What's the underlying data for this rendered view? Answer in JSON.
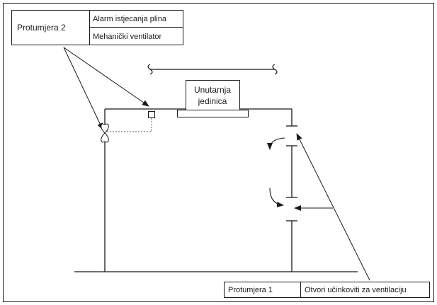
{
  "measure_2": {
    "label": "Protumjera 2",
    "items": [
      "Alarm istjecanja plina",
      "Mehanički ventilator"
    ]
  },
  "indoor_unit": {
    "line1": "Unutarnja",
    "line2": "jedinica"
  },
  "measure_1": {
    "label": "Protumjera 1",
    "item": "Otvori učinkoviti za ventilaciju"
  },
  "colors": {
    "line": "#1a1a1a",
    "dotted": "#555555",
    "background": "#ffffff"
  }
}
